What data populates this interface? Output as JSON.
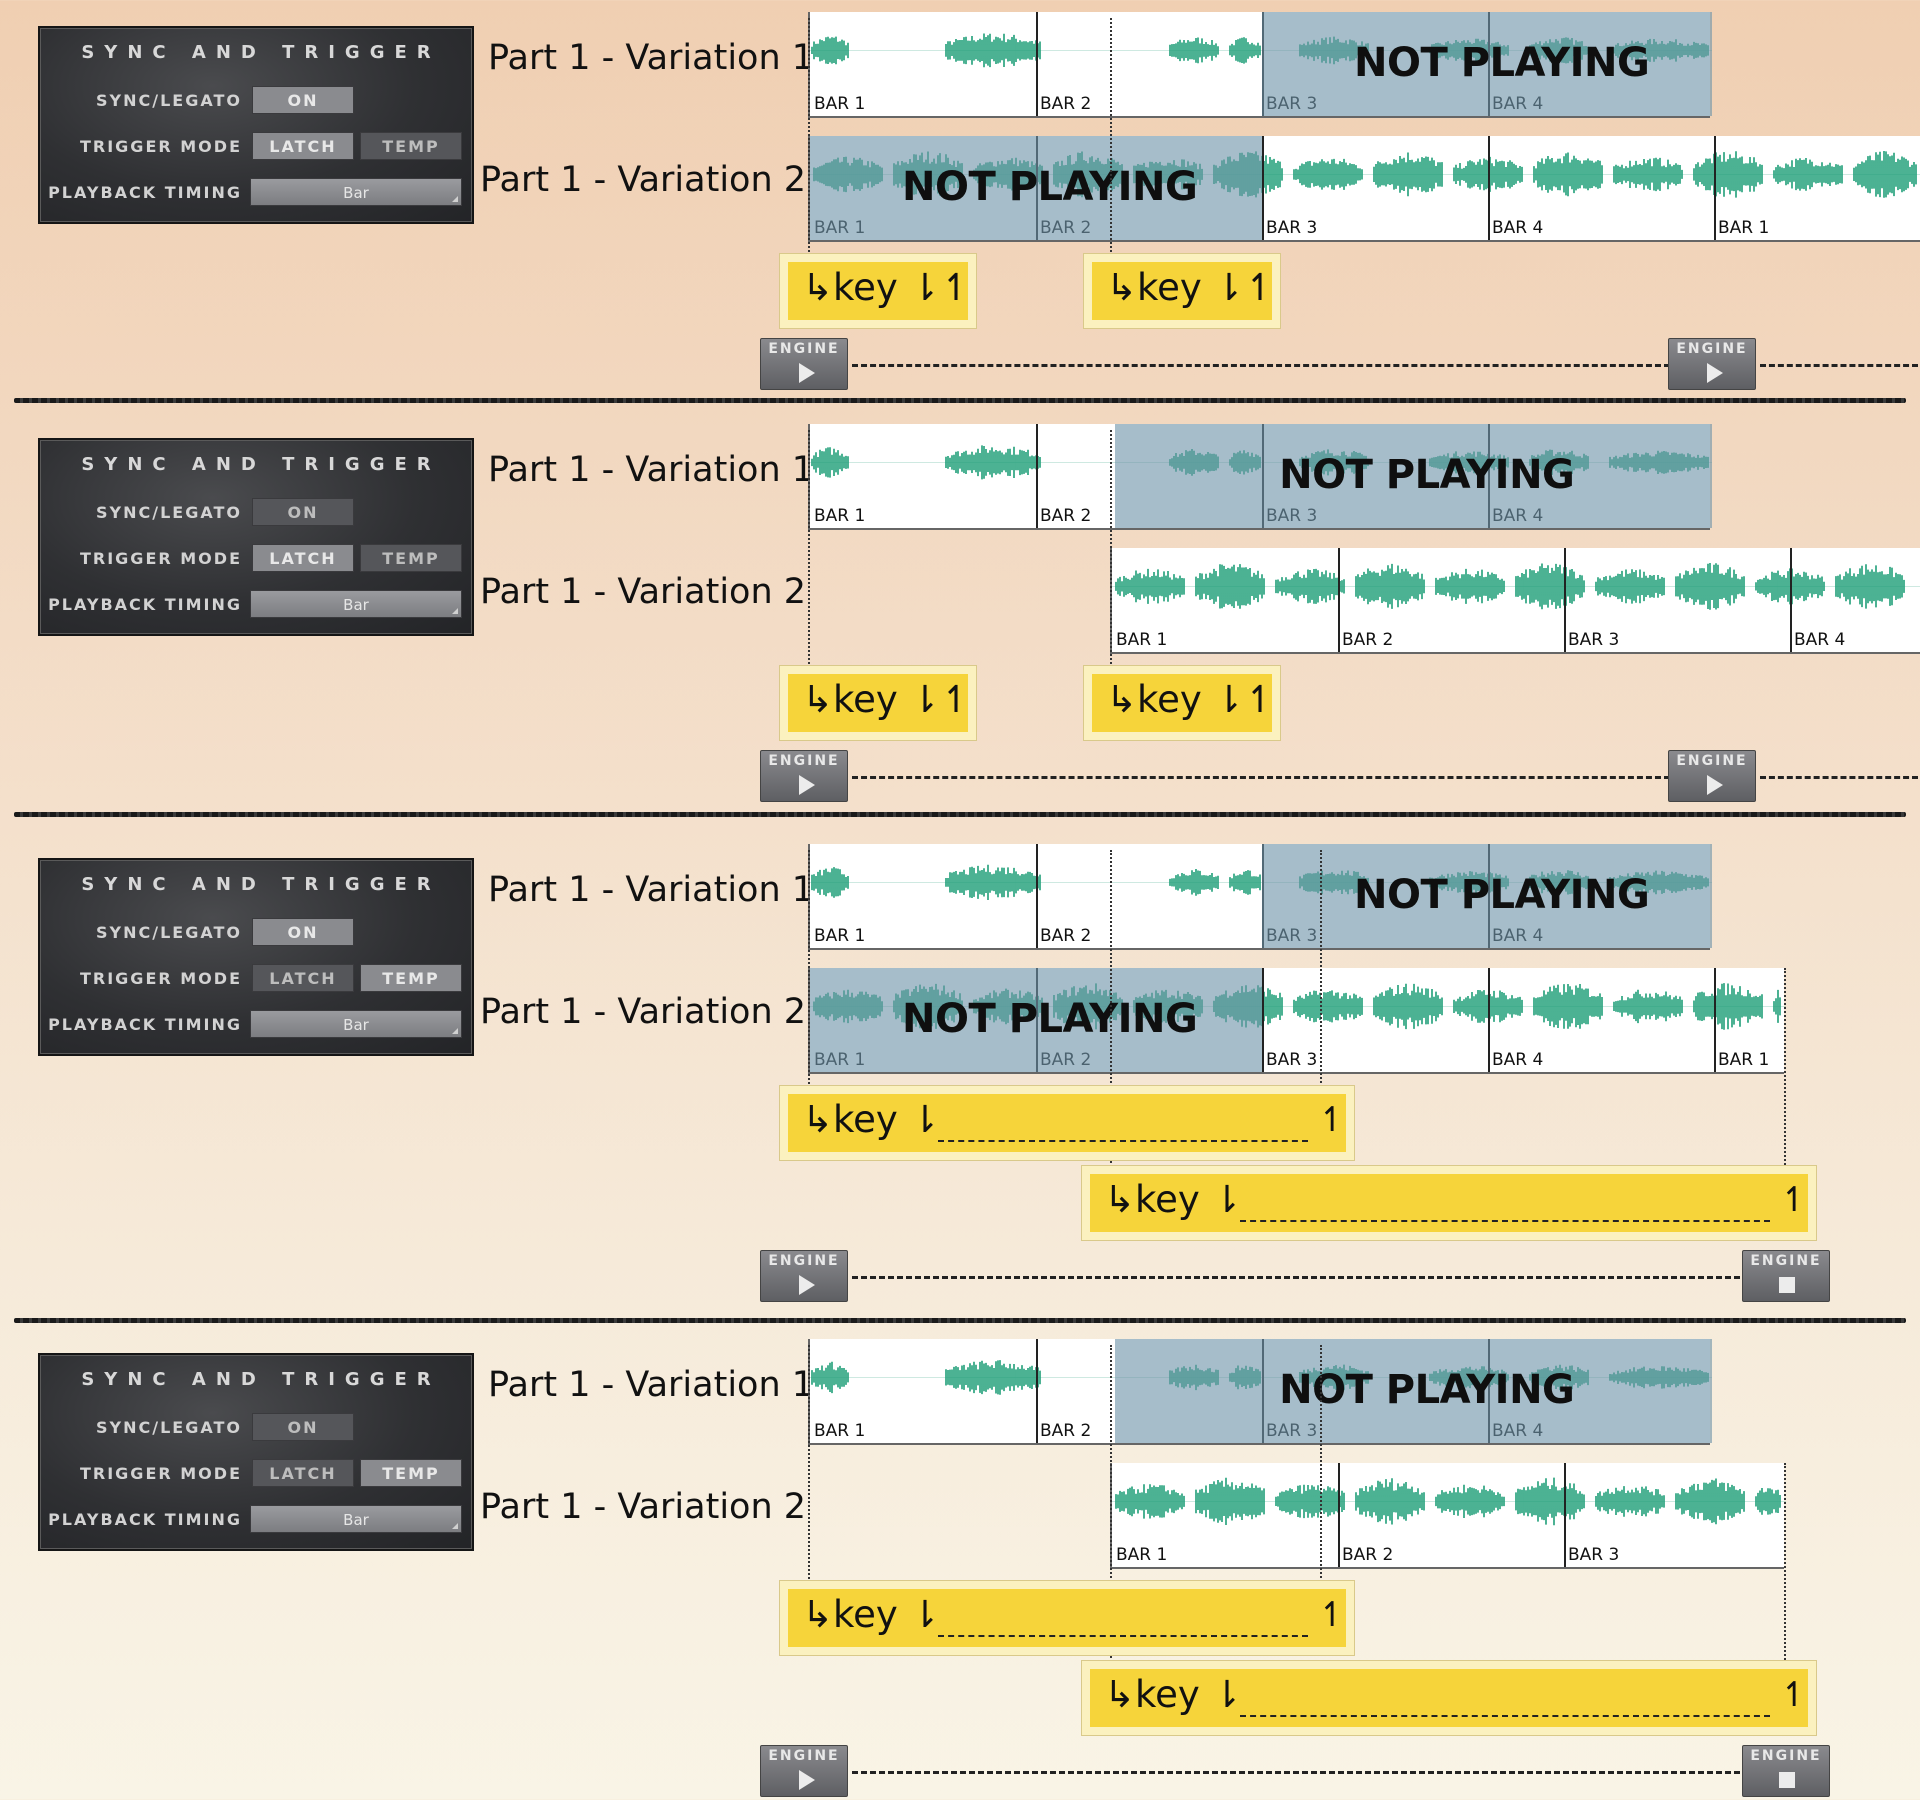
{
  "panel": {
    "title": "SYNC AND TRIGGER",
    "sync_label": "SYNC/LEGATO",
    "sync_value": "ON",
    "trigger_label": "TRIGGER MODE",
    "latch_label": "LATCH",
    "temp_label": "TEMP",
    "timing_label": "PLAYBACK TIMING",
    "timing_value": "Bar"
  },
  "labels": {
    "variation1": "Part 1 - Variation 1",
    "variation2": "Part 1 -  Variation 2",
    "not_playing": "NOT PLAYING",
    "engine": "ENGINE",
    "key_latch": "↳key ⇂↿",
    "key_temp": "↳key ⇂",
    "key_release": "↿"
  },
  "colors": {
    "waveform": "#1f9e78",
    "key_fill": "#f6d43a",
    "not_playing_overlay": "#7094aa"
  },
  "scenarios": [
    {
      "trigger_mode": "LATCH",
      "var1": {
        "bars": [
          "BAR 1",
          "BAR 2",
          "BAR 3",
          "BAR 4"
        ],
        "not_playing_from_bar": 3
      },
      "var2": {
        "bars": [
          "BAR 1",
          "BAR 2",
          "BAR 3",
          "BAR 4",
          "BAR 1"
        ],
        "not_playing_until_bar": 3,
        "starts_at": "bar 1"
      },
      "keys": [
        "latch",
        "latch"
      ],
      "engine_end": "play"
    },
    {
      "trigger_mode": "LATCH",
      "var1": {
        "bars": [
          "BAR 1",
          "BAR 2",
          "BAR 3",
          "BAR 4"
        ],
        "not_playing_from_bar": 2.35
      },
      "var2": {
        "bars": [
          "BAR 1",
          "BAR 2",
          "BAR 3",
          "BAR 4"
        ],
        "starts_at": "key press"
      },
      "keys": [
        "latch",
        "latch"
      ],
      "engine_end": "play"
    },
    {
      "trigger_mode": "TEMP",
      "var1": {
        "bars": [
          "BAR 1",
          "BAR 2",
          "BAR 3",
          "BAR 4"
        ],
        "not_playing_from_bar": 3
      },
      "var2": {
        "bars": [
          "BAR 1",
          "BAR 2",
          "BAR 3",
          "BAR 4",
          "BAR 1"
        ],
        "not_playing_until_bar": 3,
        "starts_at": "bar 1"
      },
      "keys": [
        "temp",
        "temp"
      ],
      "engine_end": "stop"
    },
    {
      "trigger_mode": "TEMP",
      "var1": {
        "bars": [
          "BAR 1",
          "BAR 2",
          "BAR 3",
          "BAR 4"
        ],
        "not_playing_from_bar": 2.35
      },
      "var2": {
        "bars": [
          "BAR 1",
          "BAR 2",
          "BAR 3"
        ],
        "starts_at": "key press"
      },
      "keys": [
        "temp",
        "temp"
      ],
      "engine_end": "stop"
    }
  ]
}
